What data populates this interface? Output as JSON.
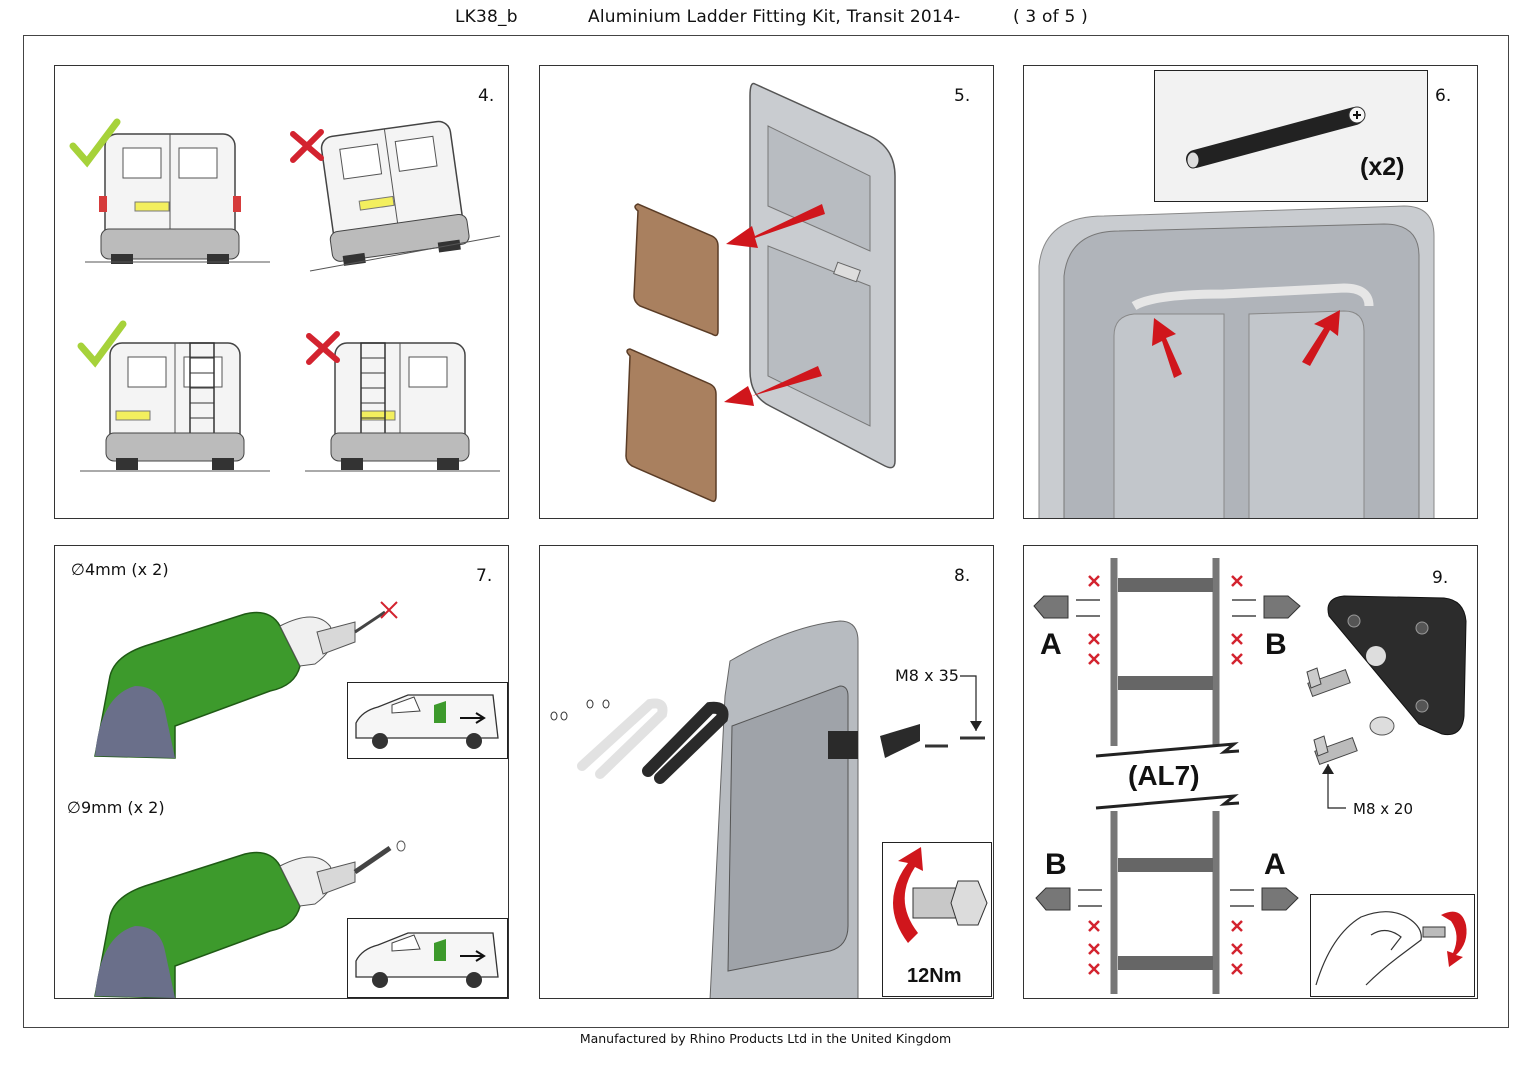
{
  "header": {
    "code": "LK38_b",
    "title": "Aluminium Ladder Fitting Kit, Transit 2014-",
    "page": "( 3 of 5 )"
  },
  "footer": "Manufactured by Rhino Products Ltd in the United Kingdom",
  "colors": {
    "van_body": "#f4f4f4",
    "door_grey": "#c9ccd0",
    "pad": "#a9805f",
    "arrow_red": "#d0161c",
    "drill_green": "#3d9a2c",
    "tick_green": "#a6d23a",
    "cross_red": "#d3232f"
  },
  "steps": [
    {
      "number": "4.",
      "icons": [
        "check-icon",
        "cross-icon",
        "check-icon",
        "cross-icon"
      ]
    },
    {
      "number": "5."
    },
    {
      "number": "6.",
      "callout": "(x2)"
    },
    {
      "number": "7.",
      "drill_small": "∅4mm (x 2)",
      "drill_large": "∅9mm (x 2)"
    },
    {
      "number": "8.",
      "bolt_label": "M8 x 35",
      "torque": "12Nm"
    },
    {
      "number": "9.",
      "bracket_left_top": "A",
      "bracket_right_top": "B",
      "ladder_code": "(AL7)",
      "bracket_left_bottom": "B",
      "bracket_right_bottom": "A",
      "bolt_label": "M8 x 20"
    }
  ]
}
